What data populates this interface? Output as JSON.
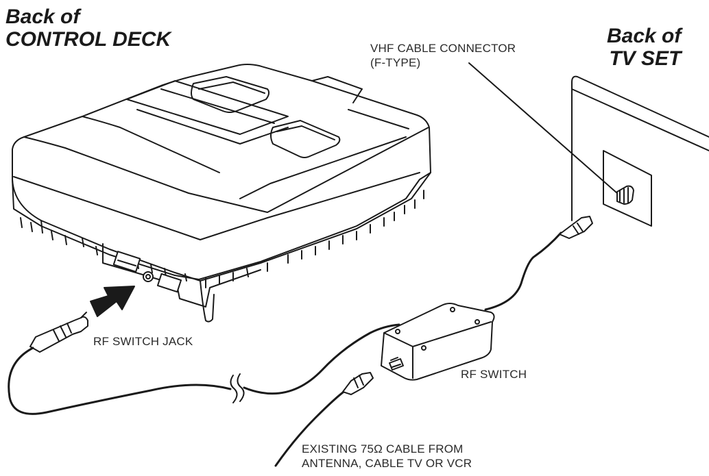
{
  "headings": {
    "deck_line1": "Back of",
    "deck_line2": "CONTROL DECK",
    "tv_line1": "Back of",
    "tv_line2": "TV SET"
  },
  "labels": {
    "vhf_line1": "VHF CABLE CONNECTOR",
    "vhf_line2": "(F-TYPE)",
    "rf_switch_jack": "RF SWITCH JACK",
    "rf_switch": "RF SWITCH",
    "existing_line1": "EXISTING 75Ω CABLE FROM",
    "existing_line2": "ANTENNA, CABLE TV OR VCR"
  },
  "colors": {
    "ink": "#1a1a1a",
    "paper": "#ffffff"
  }
}
